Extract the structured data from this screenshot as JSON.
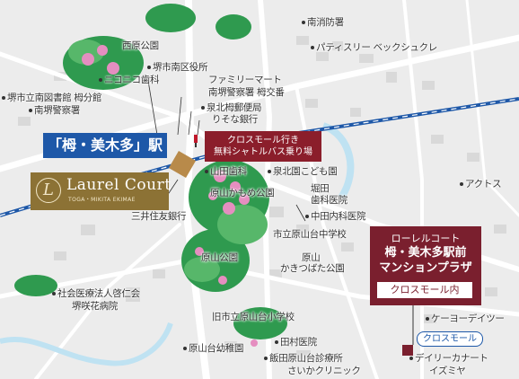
{
  "map": {
    "station": "「栂・美木多」駅",
    "shuttle": {
      "line1": "クロスモール行き",
      "line2": "無料シャトルバス乗り場"
    },
    "laurel": {
      "name": "Laurel Court",
      "sub": "TOGA・MIKITA EKIMAE",
      "logo": "L"
    },
    "plaza": {
      "line1": "ローレルコート",
      "line2": "栂・美木多駅前",
      "line3": "マンションプラザ",
      "inner": "クロスモール内"
    },
    "cross_mall": "クロスモール",
    "labels": {
      "nishihara_park": "西原公園",
      "minami_fire": "南消防署",
      "patisserie": "パティスリー ベックシュクレ",
      "ward_office": "堺市南区役所",
      "nikoniko_dental": "ニコニコ歯科",
      "family_mart": "ファミリーマート",
      "police_koban": "南堺警察署 栂交番",
      "library": "堺市立南図書館 栂分館",
      "police": "南堺警察署",
      "post_office": "泉北栂郵便局",
      "resona": "りそな銀行",
      "yamada_dental": "山田歯科",
      "senboku_kodomo": "泉北園こども園",
      "harayama_kamome": "原山かもめ公園",
      "horita_dental": "堀田",
      "horita_dental2": "歯科医院",
      "nakada_clinic": "中田内科医院",
      "acts": "アクトス",
      "mitsui": "三井住友銀行",
      "harayama_middle": "市立原山台中学校",
      "harayama_park": "原山公園",
      "harayama_kakitsubata": "原山",
      "kakitsubata": "かきつばた公園",
      "welfare": "社会医療法人啓仁会",
      "sakai_hospital": "堺咲花病院",
      "old_school": "旧市立原山台小学校",
      "keiyo": "ケーヨーデイツー",
      "kindergarten": "原山台幼稚園",
      "tamura": "田村医院",
      "iida": "飯田原山台診療所",
      "saika": "さいかクリニック",
      "dailycart": "デイリーカナート",
      "izumiya": "イズミヤ"
    }
  }
}
